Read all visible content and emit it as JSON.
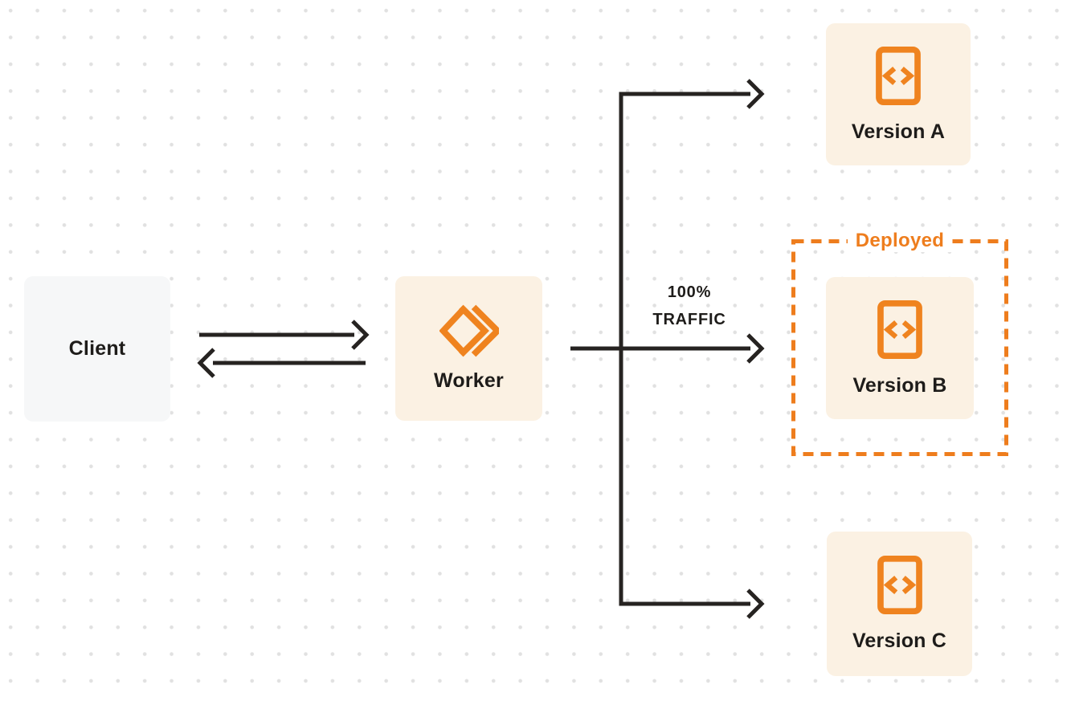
{
  "nodes": {
    "client": {
      "label": "Client"
    },
    "worker": {
      "label": "Worker"
    },
    "version_a": {
      "label": "Version A"
    },
    "version_b": {
      "label": "Version B"
    },
    "version_c": {
      "label": "Version C"
    }
  },
  "annotations": {
    "deployed": "Deployed",
    "traffic_line1": "100%",
    "traffic_line2": "TRAFFIC"
  },
  "colors": {
    "accent_orange": "#ef831f",
    "deployed_orange": "#ee7d1d",
    "arrow_black": "#262321",
    "cream_fill": "#fbf1e3",
    "gray_fill": "#f6f7f8",
    "text_dark": "#1e1c1a",
    "dot_grid": "#e1e1e1",
    "background": "#ffffff"
  },
  "icons": {
    "worker_icon": "workers-chevron-icon",
    "version_icon": "code-document-icon"
  }
}
